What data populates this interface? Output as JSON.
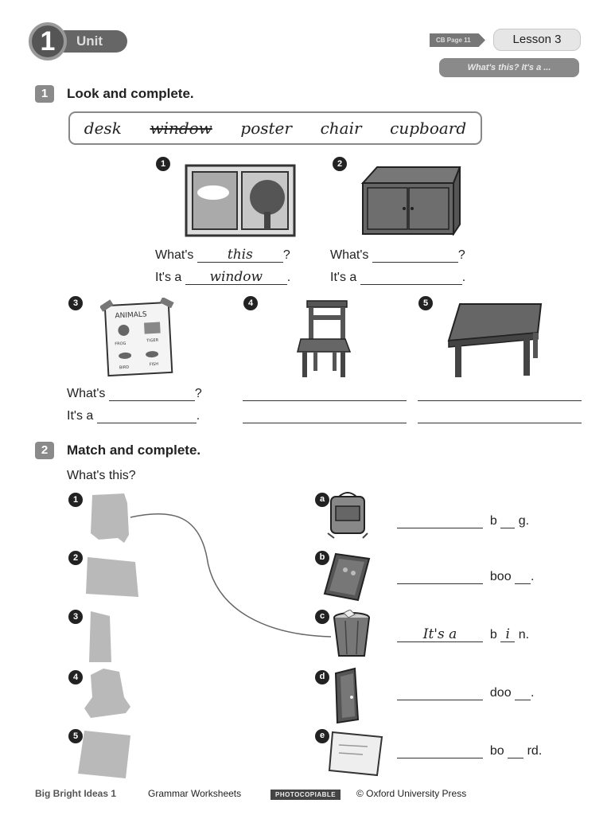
{
  "header": {
    "unit_number": "1",
    "unit_label": "Unit",
    "cb_page": "CB Page 11",
    "lesson": "Lesson 3",
    "lesson_subtitle": "What's this? It's a ..."
  },
  "section1": {
    "number": "1",
    "title": "Look and complete.",
    "words": [
      "desk",
      "window",
      "poster",
      "chair",
      "cupboard"
    ],
    "items": [
      {
        "num": "1",
        "q": "What's",
        "q_answer": "this",
        "q_end": "?",
        "a": "It's a",
        "a_answer": "window",
        "a_end": "."
      },
      {
        "num": "2",
        "q": "What's",
        "q_end": "?",
        "a": "It's a",
        "a_end": "."
      },
      {
        "num": "3",
        "q": "What's",
        "q_end": "?",
        "a": "It's a",
        "a_end": "."
      },
      {
        "num": "4"
      },
      {
        "num": "5"
      }
    ],
    "poster_text": {
      "title": "ANIMALS",
      "frog": "FROG",
      "tiger": "TIGER",
      "bird": "BIRD",
      "fish": "FISH"
    }
  },
  "section2": {
    "number": "2",
    "title": "Match and complete.",
    "question": "What's this?",
    "left_items": [
      "1",
      "2",
      "3",
      "4",
      "5"
    ],
    "right_items": [
      {
        "letter": "a",
        "prefix": "b",
        "suffix": "g.",
        "answer": "",
        "filled": ""
      },
      {
        "letter": "b",
        "prefix": "boo",
        "suffix": ".",
        "answer": "",
        "filled": ""
      },
      {
        "letter": "c",
        "prefix": "b",
        "suffix": "n.",
        "answer": "It's a",
        "filled": "i"
      },
      {
        "letter": "d",
        "prefix": "doo",
        "suffix": ".",
        "answer": "",
        "filled": ""
      },
      {
        "letter": "e",
        "prefix": "bo",
        "suffix": "rd.",
        "answer": "",
        "filled": ""
      }
    ]
  },
  "footer": {
    "brand": "Big Bright Ideas 1",
    "worksheet": "Grammar Worksheets",
    "photocopiable": "PHOTOCOPIABLE",
    "copyright": "© Oxford University Press"
  }
}
